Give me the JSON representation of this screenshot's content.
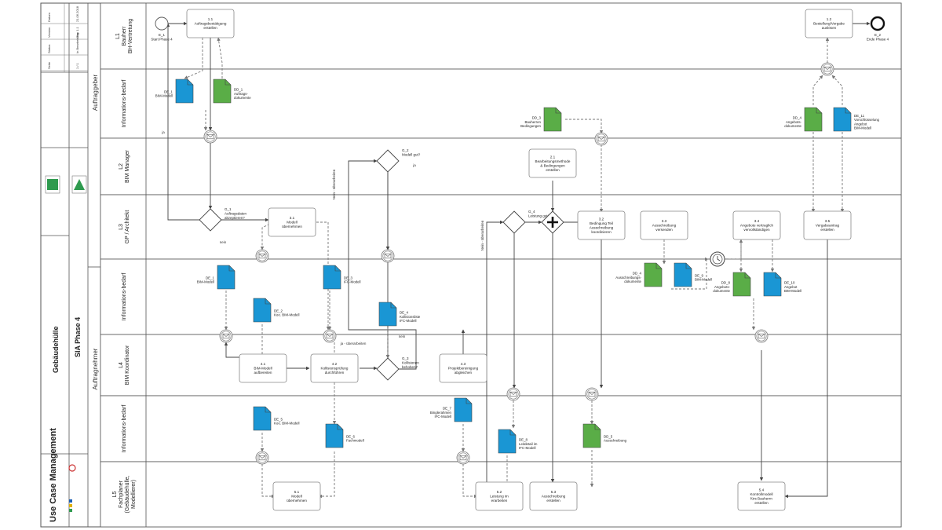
{
  "header": {
    "title": "Use Case Management",
    "project": "Gebäudehülle",
    "phase": "SIA Phase 4",
    "client_group": "Auftraggeber",
    "contractor_group": "Auftragnehmer"
  },
  "lanes": [
    {
      "id": "L1",
      "label": "L1\nBauherr\nBH-Vertretung"
    },
    {
      "id": "IB1",
      "label": "Informations-bedarf"
    },
    {
      "id": "L2",
      "label": "L2\nBIM Manager"
    },
    {
      "id": "L3",
      "label": "L3\nGP / Architekt"
    },
    {
      "id": "IB3",
      "label": "Informations-bedarf"
    },
    {
      "id": "L4",
      "label": "L4\nBIM Koordinator"
    },
    {
      "id": "IB4",
      "label": "Informations-bedarf"
    },
    {
      "id": "L5",
      "label": "L5\nFachplaner\n(Gebäudehülle,\nModellierer)"
    }
  ],
  "tasks": [
    {
      "id": "1.1",
      "label": "1.1\nAuftragsbestätigung\nerstellen"
    },
    {
      "id": "1.2",
      "label": "1.2\nBestellung/Vergabe\nauslösen"
    },
    {
      "id": "2.1",
      "label": "2.1\nBearbeitungsmethode\n& Bedingungen\nerstellen"
    },
    {
      "id": "3.1",
      "label": "3.1\nModell\nübernehmen"
    },
    {
      "id": "3.2",
      "label": "3.2\nBedingung Teil\nAusschreibung\nkoordinieren"
    },
    {
      "id": "3.3",
      "label": "3.3\nAusschreibung\nversenden"
    },
    {
      "id": "3.4",
      "label": "3.4\nAngebote vertraglich\nvervollständigen"
    },
    {
      "id": "3.5",
      "label": "3.5\nVergabeantrag\nerstellen"
    },
    {
      "id": "4.1",
      "label": "4.1\nBIM-Modell\naufbereiten"
    },
    {
      "id": "4.2",
      "label": "4.2\nKollisionsprüfung\ndurchführen"
    },
    {
      "id": "4.3",
      "label": "4.3\nProjektbereinigung\nabgleichen"
    },
    {
      "id": "5.1",
      "label": "5.1\nModell\nübernehmen"
    },
    {
      "id": "5.2",
      "label": "5.2\nLeistung im\nerarbeiten"
    },
    {
      "id": "5.3",
      "label": "5.3\nAusschreibung\nerstellen"
    },
    {
      "id": "5.4",
      "label": "5.4\nKontrollmodell\nfürs Bauherrn\nerstellen"
    }
  ],
  "events": {
    "start": "E_1\nStart Phase 4",
    "end": "E_2\nEnde Phase 4"
  },
  "gateways": [
    {
      "id": "G_1",
      "label": "G_1\nAuftragsdaten\nakzeptieren?"
    },
    {
      "id": "G_2",
      "label": "G_2\nModell gut?"
    },
    {
      "id": "G_3",
      "label": "G_3\nKollisionen\nbehoben?"
    },
    {
      "id": "G_4",
      "label": "G_4\nLeistung gut?"
    }
  ],
  "documents": [
    {
      "id": "D1.1",
      "label": "DE_1\nBIM-Modell",
      "color": "#1a96d4"
    },
    {
      "id": "D1.2",
      "label": "DD_1\nAuftrags-\ndokumente",
      "color": "#5aad47"
    },
    {
      "id": "D1.3",
      "label": "DD_3\nBauherren\nBedingungen",
      "color": "#5aad47"
    },
    {
      "id": "D1.4",
      "label": "DD_4\nAngebots-\ndokumente",
      "color": "#5aad47"
    },
    {
      "id": "D1.5",
      "label": "DE_11\nVorschlüsselung\nAngebot\nBIM-Modell",
      "color": "#1a96d4"
    },
    {
      "id": "D3.1",
      "label": "DE_1\nBIM-Modell",
      "color": "#1a96d4"
    },
    {
      "id": "D3.2",
      "label": "DE_2\nKoo. BIM-Modell",
      "color": "#1a96d4"
    },
    {
      "id": "D3.3",
      "label": "DE_3\nIFC-Modell",
      "color": "#1a96d4"
    },
    {
      "id": "D3.4",
      "label": "DE_4\nKollisionsliste\nIFC-Modell",
      "color": "#1a96d4"
    },
    {
      "id": "D3.5",
      "label": "DD_4\nAusschreibungs-\ndokumente",
      "color": "#5aad47"
    },
    {
      "id": "D3.6",
      "label": "DE_9\nBIM-Modell",
      "color": "#1a96d4"
    },
    {
      "id": "D3.7",
      "label": "DD_8\nAngebots-\ndokumente",
      "color": "#5aad47"
    },
    {
      "id": "D3.8",
      "label": "DE_10\nAngebot\nBIM-Modell",
      "color": "#1a96d4"
    },
    {
      "id": "D4.1",
      "label": "DE_5\nKoo. BIM-Modell",
      "color": "#1a96d4"
    },
    {
      "id": "D4.2",
      "label": "DE_6\nFachmodell",
      "color": "#1a96d4"
    },
    {
      "id": "D4.3",
      "label": "DE_7\nBinglerahmen\nIFC-Modell",
      "color": "#1a96d4"
    },
    {
      "id": "D4.4",
      "label": "DE_8\nLeitdetail im\nIFC-Modell",
      "color": "#1a96d4"
    },
    {
      "id": "D4.5",
      "label": "DD_5\nAusschreibung",
      "color": "#5aad47"
    }
  ],
  "flow_labels": {
    "ja": "ja",
    "nein": "nein",
    "nein_uberarbeiten": "Nein - überarbeiten",
    "ja_uberarbeiten": "ja - überarbeiten"
  },
  "info_table": {
    "labels": [
      "Datum",
      "Version",
      "Status",
      "Seite"
    ],
    "values": [
      "21.06.2018",
      "Rev 1.1",
      "In Bearbeitung",
      "1 / 1"
    ]
  }
}
